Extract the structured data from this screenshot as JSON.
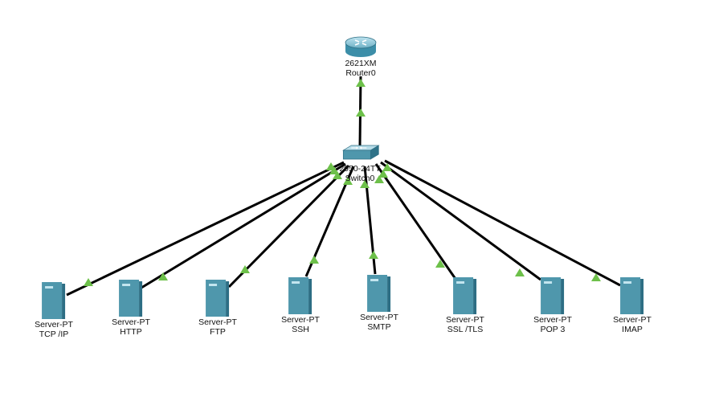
{
  "router": {
    "model": "2621XM",
    "name": "Router0",
    "icon": "router-icon"
  },
  "switch": {
    "model": "2950-24TT",
    "name": "Switch0",
    "icon": "switch-icon"
  },
  "servers": [
    {
      "model": "Server-PT",
      "name": "TCP /IP",
      "icon": "server-icon"
    },
    {
      "model": "Server-PT",
      "name": "HTTP",
      "icon": "server-icon"
    },
    {
      "model": "Server-PT",
      "name": "FTP",
      "icon": "server-icon"
    },
    {
      "model": "Server-PT",
      "name": "SSH",
      "icon": "server-icon"
    },
    {
      "model": "Server-PT",
      "name": "SMTP",
      "icon": "server-icon"
    },
    {
      "model": "Server-PT",
      "name": "SSL /TLS",
      "icon": "server-icon"
    },
    {
      "model": "Server-PT",
      "name": "POP 3",
      "icon": "server-icon"
    },
    {
      "model": "Server-PT",
      "name": "IMAP",
      "icon": "server-icon"
    }
  ],
  "link_status_color": "#6dc04a",
  "link_color": "#000000",
  "device_color": "#4f97ac"
}
